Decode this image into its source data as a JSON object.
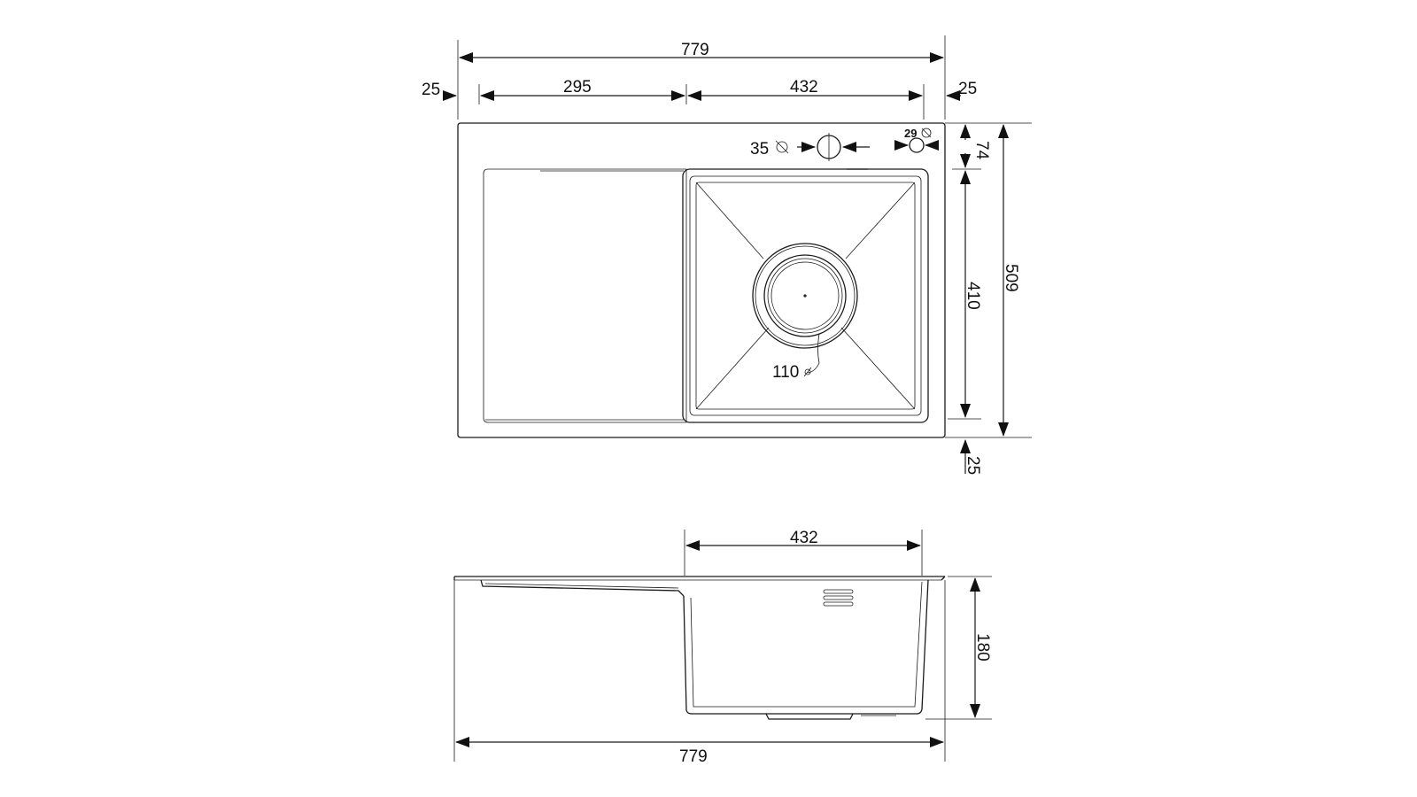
{
  "top_view": {
    "overall_width": "779",
    "left_margin": "25",
    "drainer_width": "295",
    "bowl_width": "432",
    "right_margin": "25",
    "tap_hole_diameter": "35",
    "overflow_diameter": "29",
    "top_offset": "74",
    "bowl_depth": "410",
    "overall_depth": "509",
    "bottom_margin": "25",
    "drain_diameter": "110"
  },
  "side_view": {
    "bowl_width": "432",
    "overall_width": "779",
    "bowl_height": "180"
  }
}
